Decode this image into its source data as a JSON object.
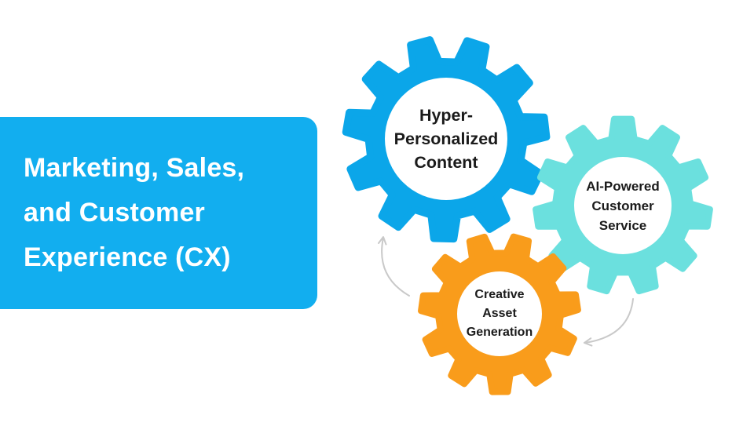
{
  "title_panel": {
    "lines": [
      "Marketing, Sales,",
      "and Customer",
      "Experience (CX)"
    ],
    "bg_color": "#12AEEF",
    "text_color": "#FFFFFF"
  },
  "gears": [
    {
      "name": "hyper-personalized-content",
      "lines": [
        "Hyper-",
        "Personalized",
        "Content"
      ],
      "color": "#0BA6E9"
    },
    {
      "name": "ai-powered-customer-service",
      "lines": [
        "AI-Powered",
        "Customer",
        "Service"
      ],
      "color": "#6BE0DE"
    },
    {
      "name": "creative-asset-generation",
      "lines": [
        "Creative",
        "Asset",
        "Generation"
      ],
      "color": "#F99C1B"
    }
  ],
  "arrows": {
    "color": "#C9C9C9"
  },
  "label_text_color": "#1B1B1B",
  "background": "#FFFFFF"
}
